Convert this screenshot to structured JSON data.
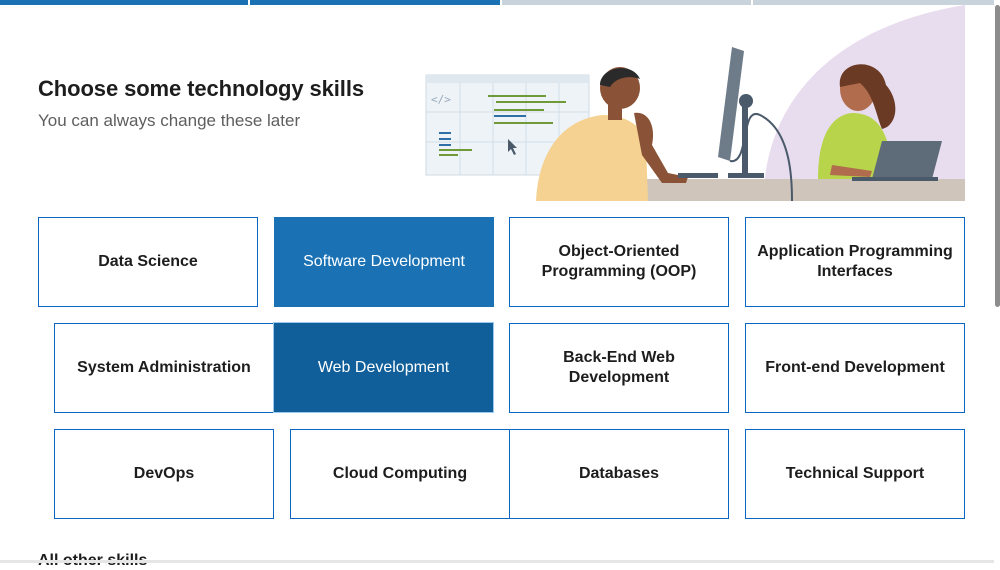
{
  "progress": {
    "steps": [
      {
        "state": "complete",
        "color": "#1a72b5"
      },
      {
        "state": "complete",
        "color": "#1a72b5"
      },
      {
        "state": "incomplete",
        "color": "#c9d3db"
      },
      {
        "state": "incomplete",
        "color": "#c9d3db"
      }
    ]
  },
  "header": {
    "title": "Choose some technology skills",
    "subtitle": "You can always change these later"
  },
  "skills": [
    {
      "label": "Data Science",
      "selected": false
    },
    {
      "label": "Software Development",
      "selected": true
    },
    {
      "label": "Object-Oriented Programming (OOP)",
      "selected": false
    },
    {
      "label": "Application Programming Interfaces",
      "selected": false
    },
    {
      "label": "System Administration",
      "selected": false
    },
    {
      "label": "Web Development",
      "selected": true
    },
    {
      "label": "Back-End Web Development",
      "selected": false
    },
    {
      "label": "Front-end Development",
      "selected": false
    },
    {
      "label": "DevOps",
      "selected": false
    },
    {
      "label": "Cloud Computing",
      "selected": false
    },
    {
      "label": "Databases",
      "selected": false
    },
    {
      "label": "Technical Support",
      "selected": false
    }
  ],
  "all_other_skills_heading": "All other skills",
  "hero_illustration": {
    "code_glyph": "</>",
    "icons": [
      "code-window-icon",
      "list-icon",
      "mouse-cursor-icon",
      "monitor-icon",
      "laptop-icon"
    ]
  },
  "colors": {
    "accent": "#0a66c2",
    "selected_card": "#1a72b5",
    "selected_card_dark": "#115f9a",
    "lavender": "#e8dcef"
  }
}
